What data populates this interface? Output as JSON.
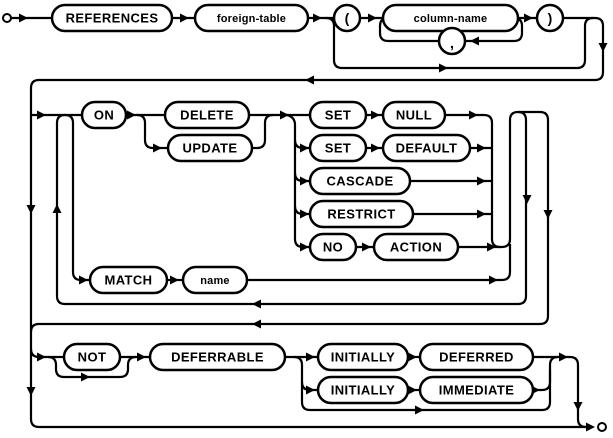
{
  "diagram": {
    "kind": "railroad-syntax-diagram",
    "rule": "references-clause",
    "colors": {
      "line": "#000000",
      "node_fill": "#ffffff",
      "background": "#ffffff"
    },
    "nodes": {
      "references": {
        "label": "REFERENCES",
        "type": "keyword"
      },
      "foreign_table": {
        "label": "foreign-table",
        "type": "identifier"
      },
      "lparen": {
        "label": "(",
        "type": "punctuation"
      },
      "column_name": {
        "label": "column-name",
        "type": "identifier"
      },
      "comma": {
        "label": ",",
        "type": "punctuation"
      },
      "rparen": {
        "label": ")",
        "type": "punctuation"
      },
      "on": {
        "label": "ON",
        "type": "keyword"
      },
      "delete": {
        "label": "DELETE",
        "type": "keyword"
      },
      "update": {
        "label": "UPDATE",
        "type": "keyword"
      },
      "set1": {
        "label": "SET",
        "type": "keyword"
      },
      "null": {
        "label": "NULL",
        "type": "keyword"
      },
      "set2": {
        "label": "SET",
        "type": "keyword"
      },
      "default": {
        "label": "DEFAULT",
        "type": "keyword"
      },
      "cascade": {
        "label": "CASCADE",
        "type": "keyword"
      },
      "restrict": {
        "label": "RESTRICT",
        "type": "keyword"
      },
      "no": {
        "label": "NO",
        "type": "keyword"
      },
      "action": {
        "label": "ACTION",
        "type": "keyword"
      },
      "match": {
        "label": "MATCH",
        "type": "keyword"
      },
      "name": {
        "label": "name",
        "type": "identifier"
      },
      "not": {
        "label": "NOT",
        "type": "keyword"
      },
      "deferrable": {
        "label": "DEFERRABLE",
        "type": "keyword"
      },
      "initially1": {
        "label": "INITIALLY",
        "type": "keyword"
      },
      "deferred": {
        "label": "DEFERRED",
        "type": "keyword"
      },
      "initially2": {
        "label": "INITIALLY",
        "type": "keyword"
      },
      "immediate": {
        "label": "IMMEDIATE",
        "type": "keyword"
      }
    }
  }
}
